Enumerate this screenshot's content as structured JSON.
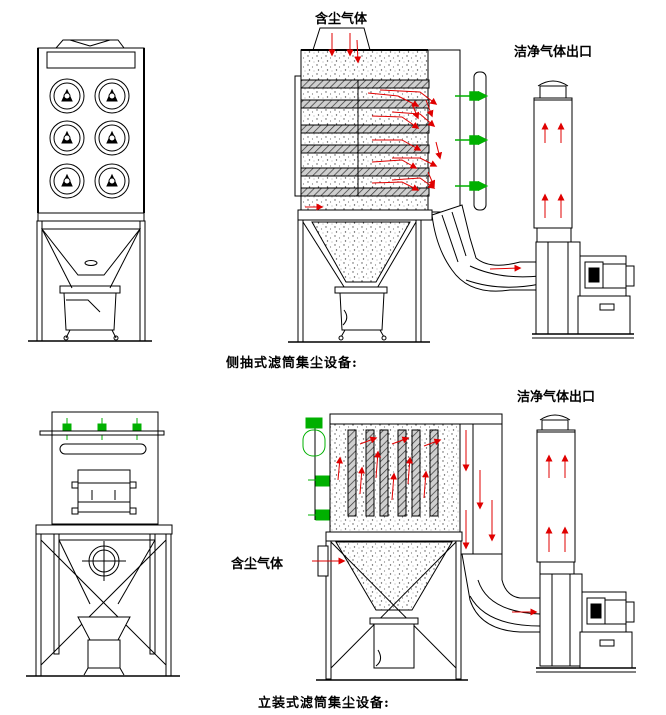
{
  "labels": {
    "dusty_gas_top": "含尘气体",
    "clean_outlet_top": "洁净气体出口",
    "caption_top": "侧抽式滤筒集尘设备:",
    "clean_outlet_bottom": "洁净气体出口",
    "dusty_gas_bottom": "含尘气体",
    "caption_bottom": "立装式滤筒集尘设备:"
  },
  "colors": {
    "line": "#000000",
    "flow_arrow": "#e00000",
    "valve": "#00b000",
    "dust_fill": "#f2f2f2",
    "plate_fill": "#8a8a8a"
  }
}
